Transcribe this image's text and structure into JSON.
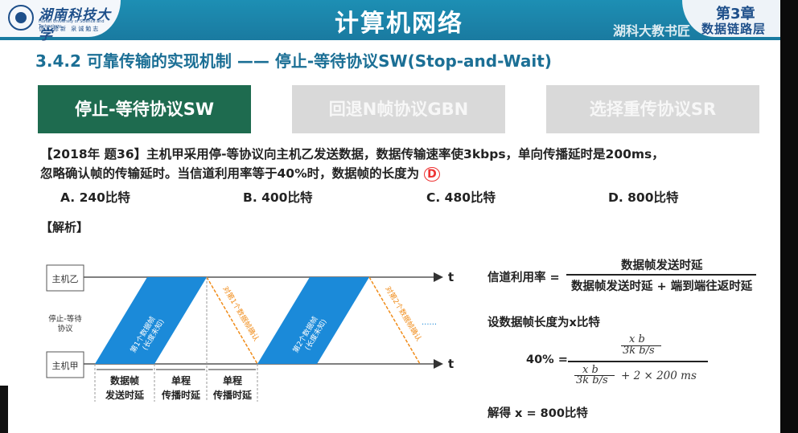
{
  "header": {
    "university_name": "湖南科技大学",
    "university_english": "Hunan University of Science and Technology",
    "motto": "信实修新 泉诚勉志",
    "course_title": "计算机网络",
    "chapter_number": "第3章",
    "chapter_name": "数据链路层",
    "watermark": "湖科大教书匠"
  },
  "section_title": "3.4.2 可靠传输的实现机制 —— 停止-等待协议SW(Stop-and-Wait)",
  "tabs": [
    {
      "label": "停止-等待协议SW",
      "active": true
    },
    {
      "label": "回退N帧协议GBN",
      "active": false
    },
    {
      "label": "选择重传协议SR",
      "active": false
    }
  ],
  "question": {
    "line1": "【2018年 题36】主机甲采用停-等协议向主机乙发送数据，数据传输速率使3kbps，单向传播延时是200ms，",
    "line2": "忽略确认帧的传输延时。当信道利用率等于40%时，数据帧的长度为",
    "answer": "D",
    "options": [
      "A. 240比特",
      "B. 400比特",
      "C. 480比特",
      "D. 800比特"
    ]
  },
  "analysis_label": "【解析】",
  "diagram": {
    "host_b": "主机乙",
    "host_a": "主机甲",
    "protocol_label_1": "停止-等待",
    "protocol_label_2": "协议",
    "time_label": "t",
    "frame1_line1": "第1个数据帧",
    "frame1_line2": "(长度未知)",
    "frame2_line1": "第2个数据帧",
    "frame2_line2": "(长度未知)",
    "ack1": "对第1个数据帧确认",
    "ack2": "对第2个数据帧确认",
    "ellipsis": "......",
    "seg1_line1": "数据帧",
    "seg1_line2": "发送时延",
    "seg2_line1": "单程",
    "seg2_line2": "传播时延",
    "seg3_line1": "单程",
    "seg3_line2": "传播时延",
    "colors": {
      "frame": "#1b8ad9",
      "ack": "#f08c1a",
      "line": "#555"
    }
  },
  "formula": {
    "utilization_label": "信道利用率 =",
    "numerator": "数据帧发送时延",
    "denominator": "数据帧发送时延 + 端到端往返时延",
    "assume": "设数据帧长度为x比特",
    "percent": "40% =",
    "f_num_top": "x  b",
    "f_num_bot": "3k  b/s",
    "f_den_top": "x  b",
    "f_den_bot": "3k  b/s",
    "f_den_rest": "+  2  ×  200  ms",
    "solution": "解得 x = 800比特"
  }
}
